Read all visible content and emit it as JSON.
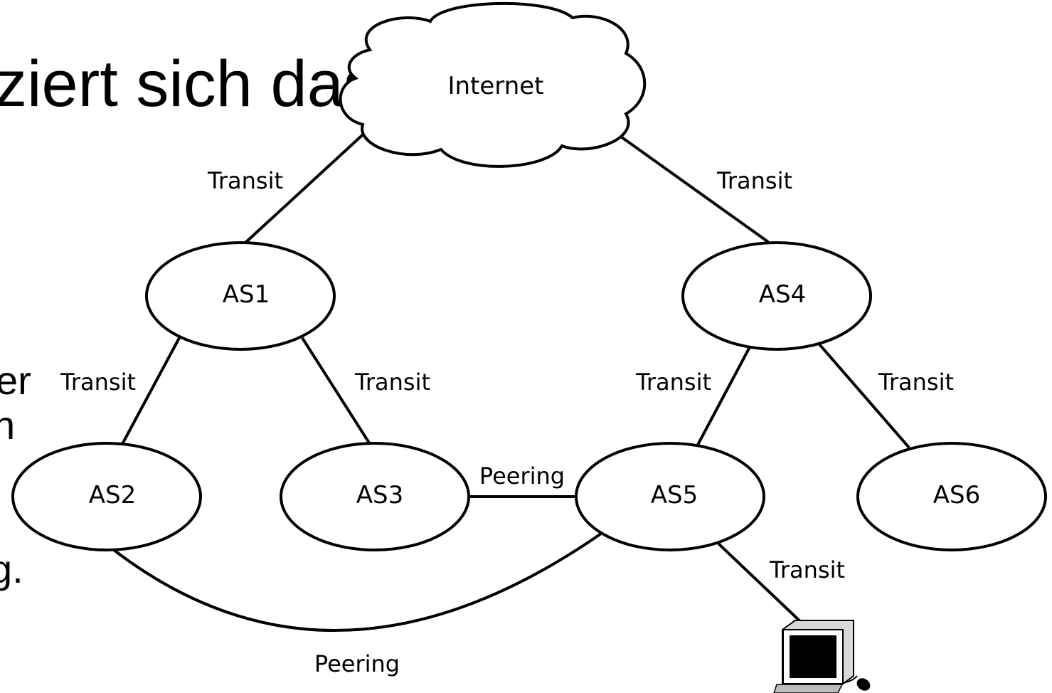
{
  "slide": {
    "title_fragment": "ziert sich das",
    "fragments": [
      "er",
      "n",
      "g."
    ]
  },
  "diagram": {
    "nodes": {
      "internet": "Internet",
      "as1": "AS1",
      "as2": "AS2",
      "as3": "AS3",
      "as4": "AS4",
      "as5": "AS5",
      "as6": "AS6"
    },
    "edges": {
      "internet_as1": "Transit",
      "internet_as4": "Transit",
      "as1_as2": "Transit",
      "as1_as3": "Transit",
      "as4_as5": "Transit",
      "as4_as6": "Transit",
      "as3_as5": "Peering",
      "as2_as5": "Peering",
      "as5_computer": "Transit"
    },
    "icons": {
      "computer": "computer-icon"
    }
  }
}
